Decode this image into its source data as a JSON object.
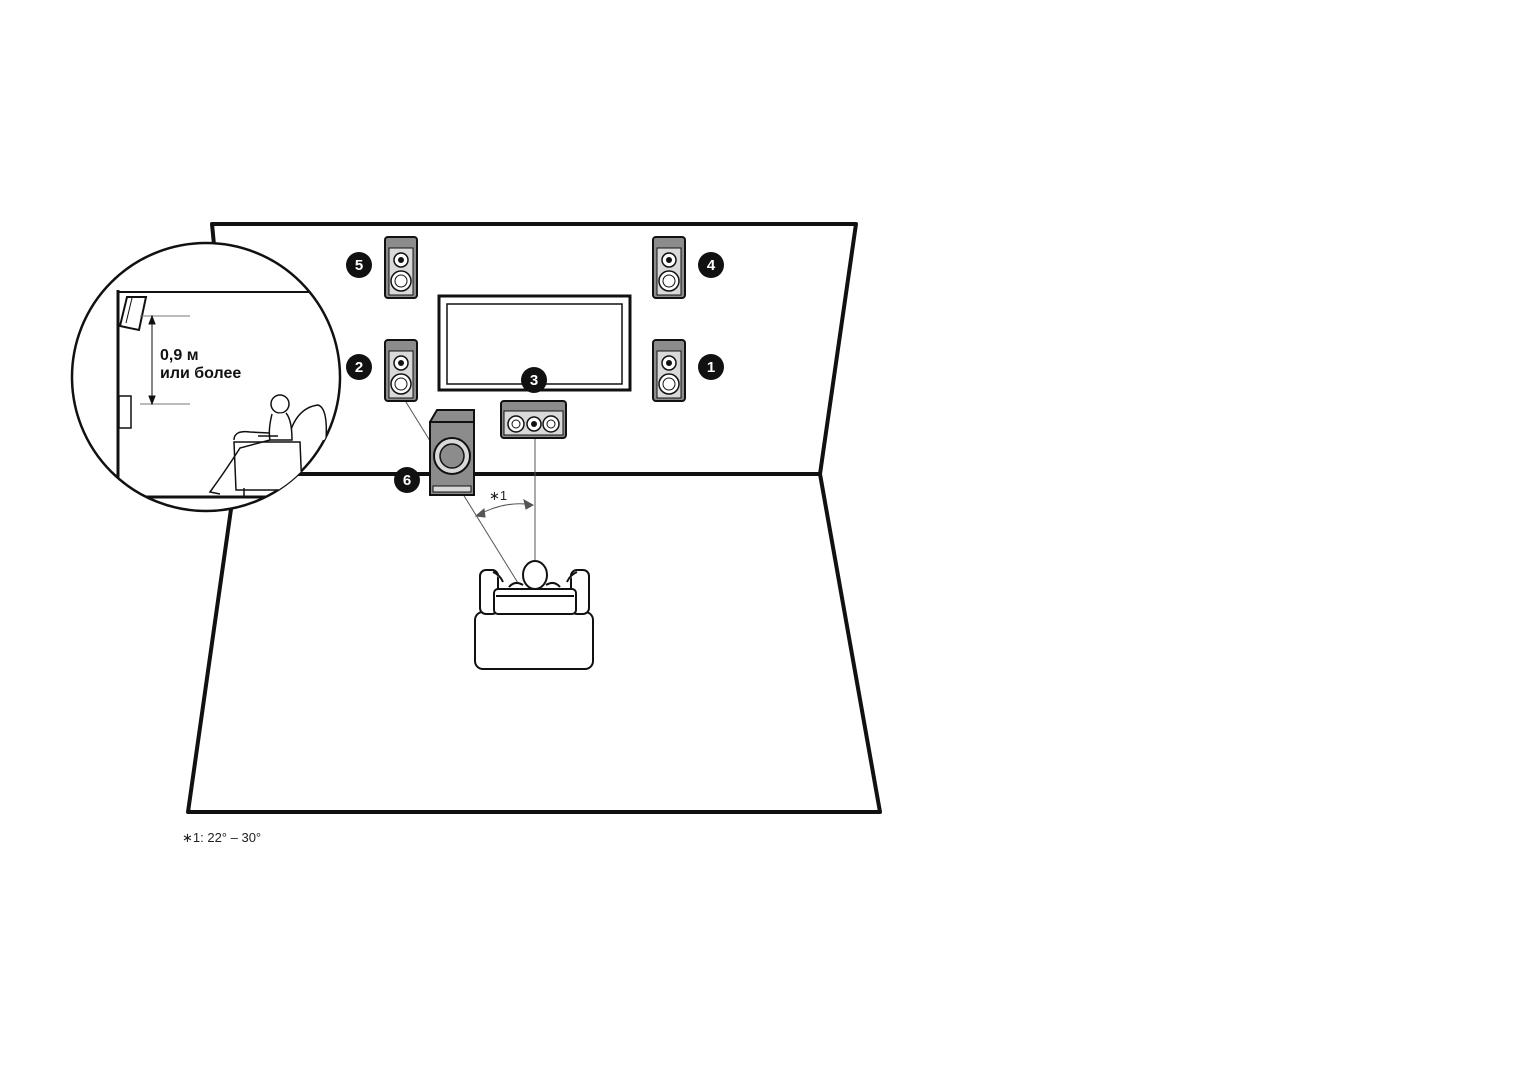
{
  "inset": {
    "height_line1": "0,9 м",
    "height_line2": "или более"
  },
  "speakers": [
    {
      "id": "front-right",
      "badge": "1"
    },
    {
      "id": "front-left",
      "badge": "2"
    },
    {
      "id": "center",
      "badge": "3"
    },
    {
      "id": "height-right",
      "badge": "4"
    },
    {
      "id": "height-left",
      "badge": "5"
    },
    {
      "id": "subwoofer",
      "badge": "6"
    }
  ],
  "angle_marker": "∗1",
  "footnote": "∗1:  22° – 30°",
  "colors": {
    "line": "#111111",
    "speaker_body": "#8c8c8c",
    "speaker_face": "#d9d9d9",
    "badge": "#111111"
  }
}
